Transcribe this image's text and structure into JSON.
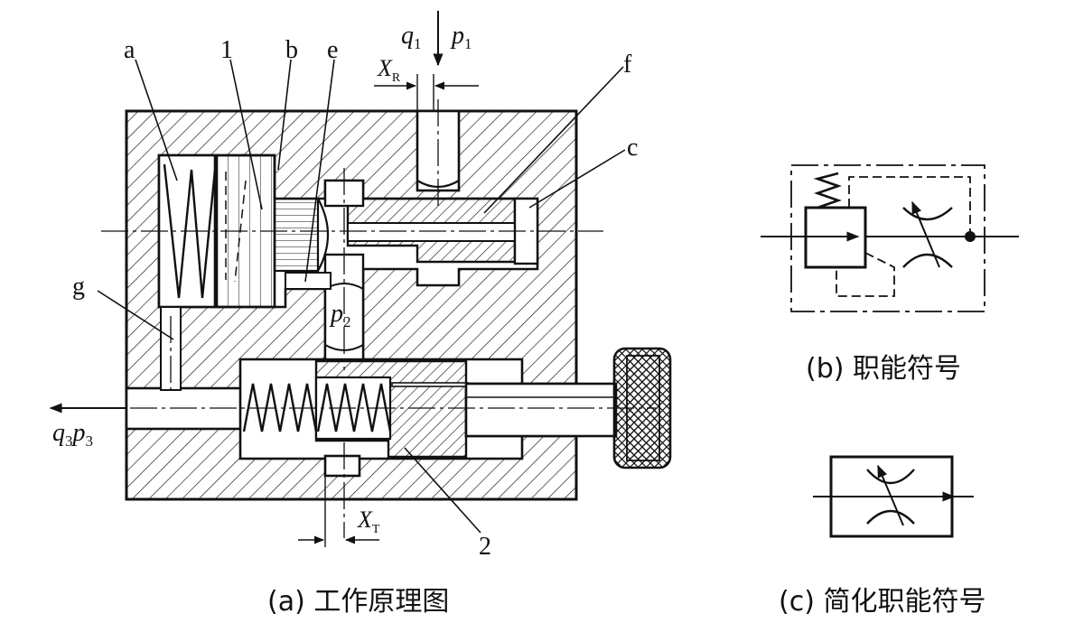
{
  "labels": {
    "a": "a",
    "one": "1",
    "b": "b",
    "e": "e",
    "f": "f",
    "c": "c",
    "g": "g",
    "two": "2",
    "q1": "q",
    "q1_sub": "1",
    "p1": "p",
    "p1_sub": "1",
    "xr": "X",
    "xr_sub": "R",
    "p2": "p",
    "p2_sub": "2",
    "q3": "q",
    "q3_sub": "3",
    "p3": "p",
    "p3_sub": "3",
    "xt": "X",
    "xt_sub": "T"
  },
  "captions": {
    "a": "(a) 工作原理图",
    "b": "(b) 职能符号",
    "c": "(c) 简化职能符号"
  }
}
